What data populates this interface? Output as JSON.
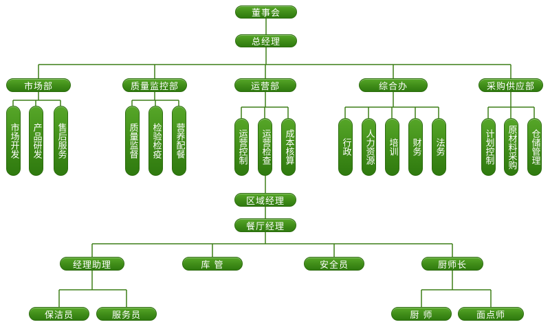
{
  "chart": {
    "board": "董事会",
    "gm": "总经理",
    "departments": {
      "marketing": "市场部",
      "quality": "质量监控部",
      "operations": "运营部",
      "admin": "综合办",
      "procurement": "采购供应部"
    },
    "marketing_units": [
      "市场开发",
      "产品研发",
      "售后服务"
    ],
    "quality_units": [
      "质量监督",
      "检验检疫",
      "营养配餐"
    ],
    "operations_units": [
      "运营控制",
      "运营检查",
      "成本核算"
    ],
    "admin_units": [
      "行政",
      "人力资源",
      "培训",
      "财务",
      "法务"
    ],
    "procurement_units": [
      "计划控制",
      "原材料采购",
      "仓储管理"
    ],
    "regional_manager": "区域经理",
    "restaurant_manager": "餐厅经理",
    "restaurant_staff": {
      "assistant_manager": "经理助理",
      "storekeeper": "库 管",
      "security": "安全员",
      "head_chef": "厨师长"
    },
    "assistant_reports": {
      "cleaner": "保洁员",
      "waiter": "服务员"
    },
    "chef_reports": {
      "cook": "厨 师",
      "pastry_chef": "面点师"
    },
    "line_color": "#3c7d16",
    "node_color": "#3f8c18"
  }
}
